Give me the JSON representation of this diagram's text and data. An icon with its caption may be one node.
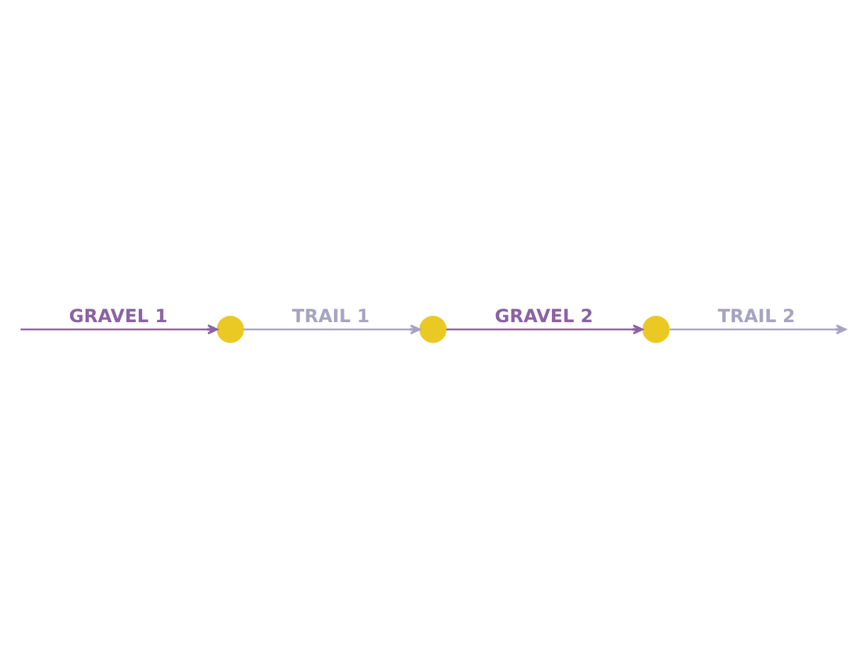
{
  "diagram": {
    "nodes": [
      {
        "text": [],
        "shape": "circle"
      },
      {
        "text": [],
        "shape": "circle"
      },
      {
        "text": [],
        "shape": "circle"
      }
    ],
    "edges": [
      {
        "from": null,
        "to": 0,
        "arrow": "to",
        "label": "GRAVEL 1",
        "color": "#8b62a3"
      },
      {
        "from": 0,
        "to": 1,
        "arrow": "to",
        "label": "TRAIL 1",
        "color": "#a7a4c2"
      },
      {
        "from": 1,
        "to": 2,
        "arrow": "to",
        "label": "GRAVEL 2",
        "color": "#8b62a3"
      },
      {
        "from": 2,
        "to": null,
        "arrow": "to",
        "label": "TRAIL 2",
        "color": "#a7a4c2"
      }
    ]
  }
}
